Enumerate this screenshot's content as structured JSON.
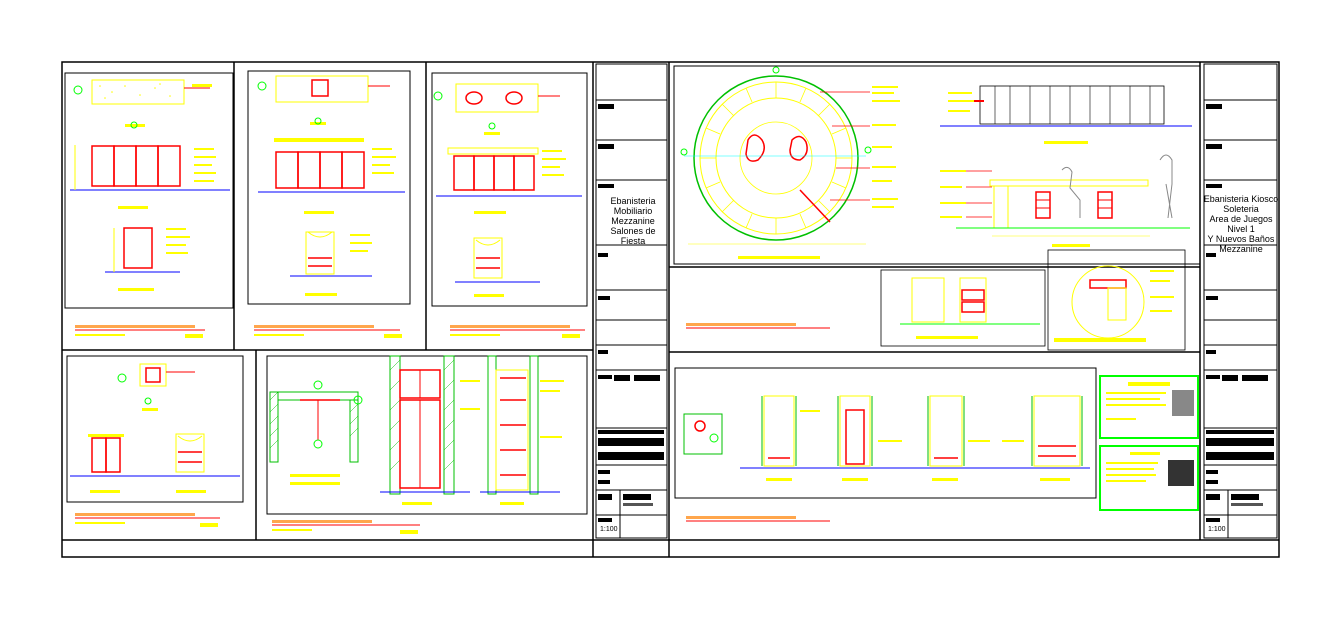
{
  "sheet_left": {
    "title_block": {
      "project_lines": [
        "Ebanisteria",
        "Mobiliario Mezzanine",
        "Salones de",
        "Fiesta"
      ],
      "scale": "1:100"
    }
  },
  "sheet_right": {
    "title_block": {
      "project_lines": [
        "Ebanisteria Kiosco",
        "Soleteria",
        "Area de Juegos",
        "Nivel 1",
        "Y Nuevos Baños",
        "Mezzanine"
      ],
      "scale": "1:100"
    }
  },
  "colors": {
    "frame": "#000000",
    "detail_yellow": "#ffff00",
    "detail_red": "#ff0000",
    "detail_green": "#00ff00",
    "detail_blue": "#0000ff",
    "hatch_green": "#00c000"
  }
}
